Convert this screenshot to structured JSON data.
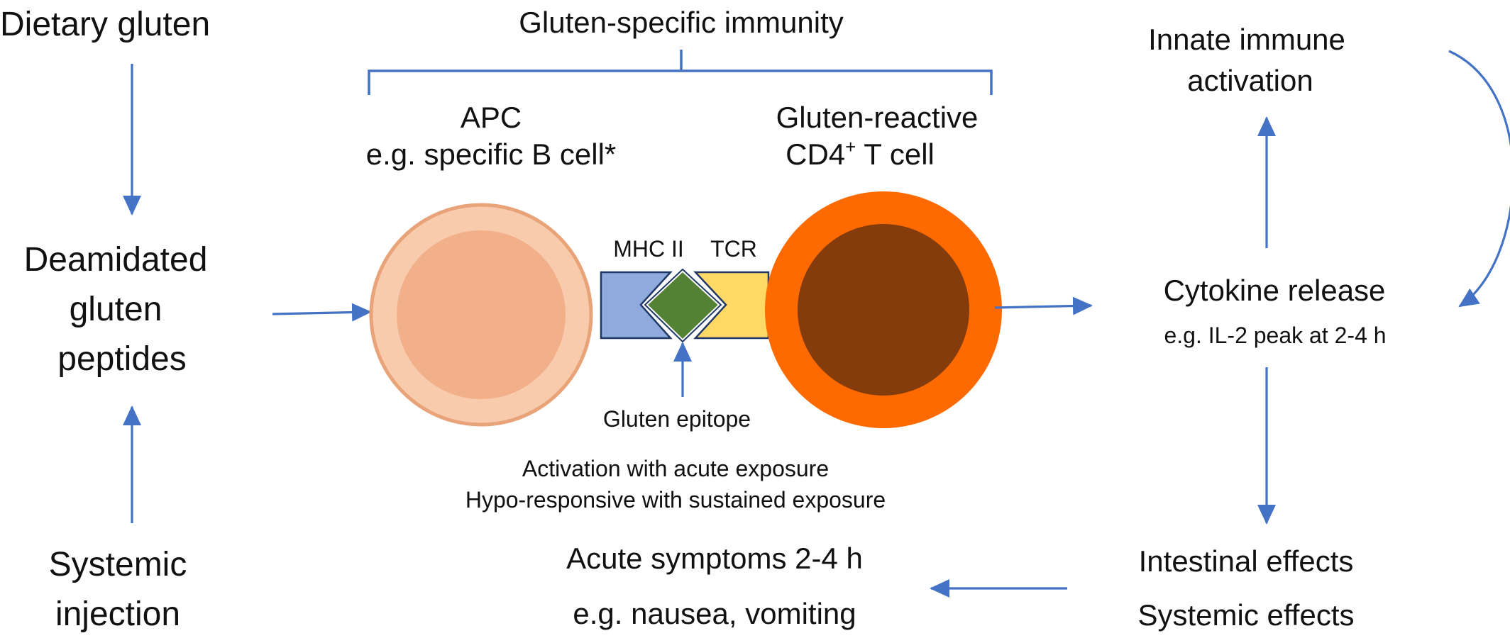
{
  "colors": {
    "arrow": "#4472c4",
    "apc_outer": "#f8cbad",
    "apc_outer_stroke": "#e8a379",
    "apc_inner": "#f2b08a",
    "tcell_outer": "#ff6a00",
    "tcell_inner": "#843c0c",
    "mhc": "#8faadc",
    "tcr": "#ffd966",
    "epitope": "#548235"
  },
  "left_column": {
    "dietary_gluten": "Dietary gluten",
    "deamidated": [
      "Deamidated",
      "gluten",
      "peptides"
    ],
    "systemic_injection": [
      "Systemic",
      "injection"
    ]
  },
  "center": {
    "bracket_title": "Gluten-specific immunity",
    "apc_label": [
      "APC",
      "e.g. specific B cell*"
    ],
    "tcell_label": [
      "Gluten-reactive",
      "CD4",
      "+",
      " T cell"
    ],
    "mhc_label": "MHC II",
    "tcr_label": "TCR",
    "epitope_label": "Gluten epitope",
    "exposure_notes": [
      "Activation with acute exposure",
      "Hypo-responsive with sustained exposure"
    ],
    "acute_symptoms": [
      "Acute symptoms 2-4 h",
      "e.g. nausea, vomiting"
    ]
  },
  "right_column": {
    "innate": [
      "Innate immune",
      "activation"
    ],
    "cytokine": [
      "Cytokine release",
      "e.g. IL-2 peak at 2-4 h"
    ],
    "effects": [
      "Intestinal effects",
      "Systemic effects"
    ]
  }
}
